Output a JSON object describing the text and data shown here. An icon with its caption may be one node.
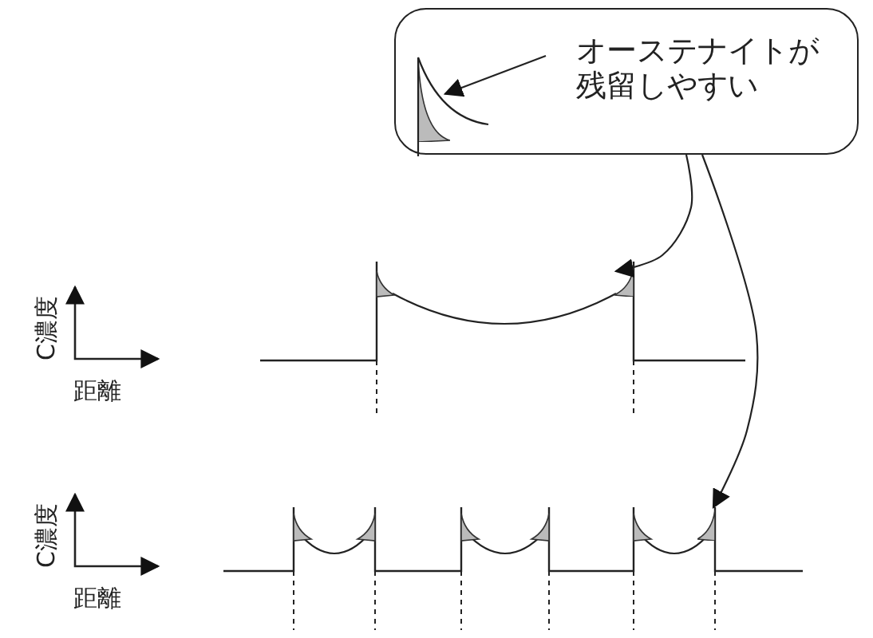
{
  "diagram": {
    "nodes": [
      {
        "text": [],
        "shape": "box"
      },
      {
        "text": [
          "オーステナイトが残留しやすい"
        ],
        "in": 0
      },
      {
        "text": [],
        "shape": "triangle",
        "in": 0
      },
      {
        "text": [],
        "shape": "triangle"
      },
      {
        "text": [],
        "shape": "triangle"
      }
    ],
    "edges": [
      {
        "from": 1,
        "to": 2,
        "arrow": "to"
      },
      {
        "from": 0,
        "to": 3,
        "arrow": "to"
      },
      {
        "from": 0,
        "to": 4,
        "arrow": "to"
      }
    ],
    "labels": [
      "C濃度",
      "距離",
      "C濃度",
      "距離"
    ]
  }
}
